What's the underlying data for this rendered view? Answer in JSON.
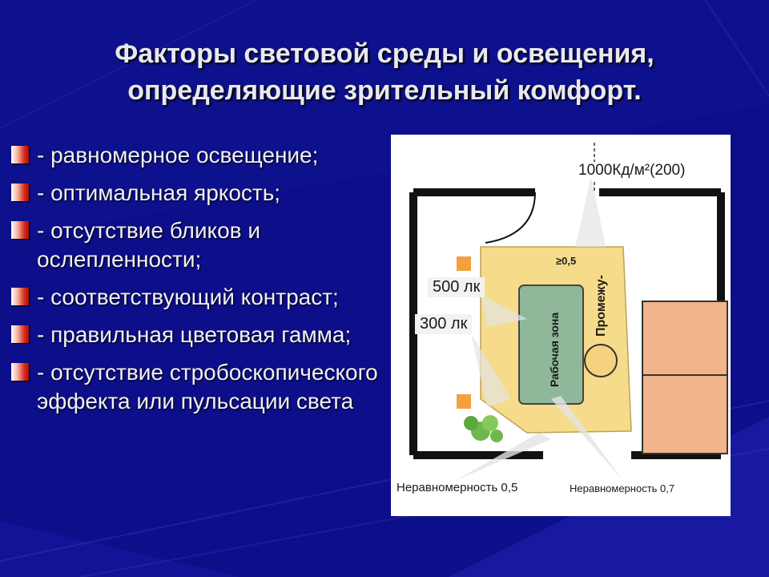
{
  "slide": {
    "title_line1": "Факторы световой среды и освещения,",
    "title_line2": "определяющие зрительный комфорт.",
    "colors": {
      "background": "#0d0e8a",
      "bullet_accent": "#d42b1c",
      "title_text": "#e8e8ee"
    }
  },
  "bullets": [
    "- равномерное освещение;",
    "- оптимальная яркость;",
    "- отсутствие бликов и ослепленности;",
    "- соответствующий контраст;",
    "- правильная цветовая гамма;",
    "- отсутствие стробоскопического эффекта или пульсации света"
  ],
  "figure": {
    "luminance": "1000Кд/м²(200)",
    "lux_500": "500 лк",
    "lux_300": "300 лк",
    "min_ratio": "≥0,5",
    "work_zone": "Рабочая зона",
    "intermediate": "Промежу-",
    "nonuniformity_1": "Неравномерность 0,5",
    "nonuniformity_2": "Неравномерность 0,7"
  }
}
